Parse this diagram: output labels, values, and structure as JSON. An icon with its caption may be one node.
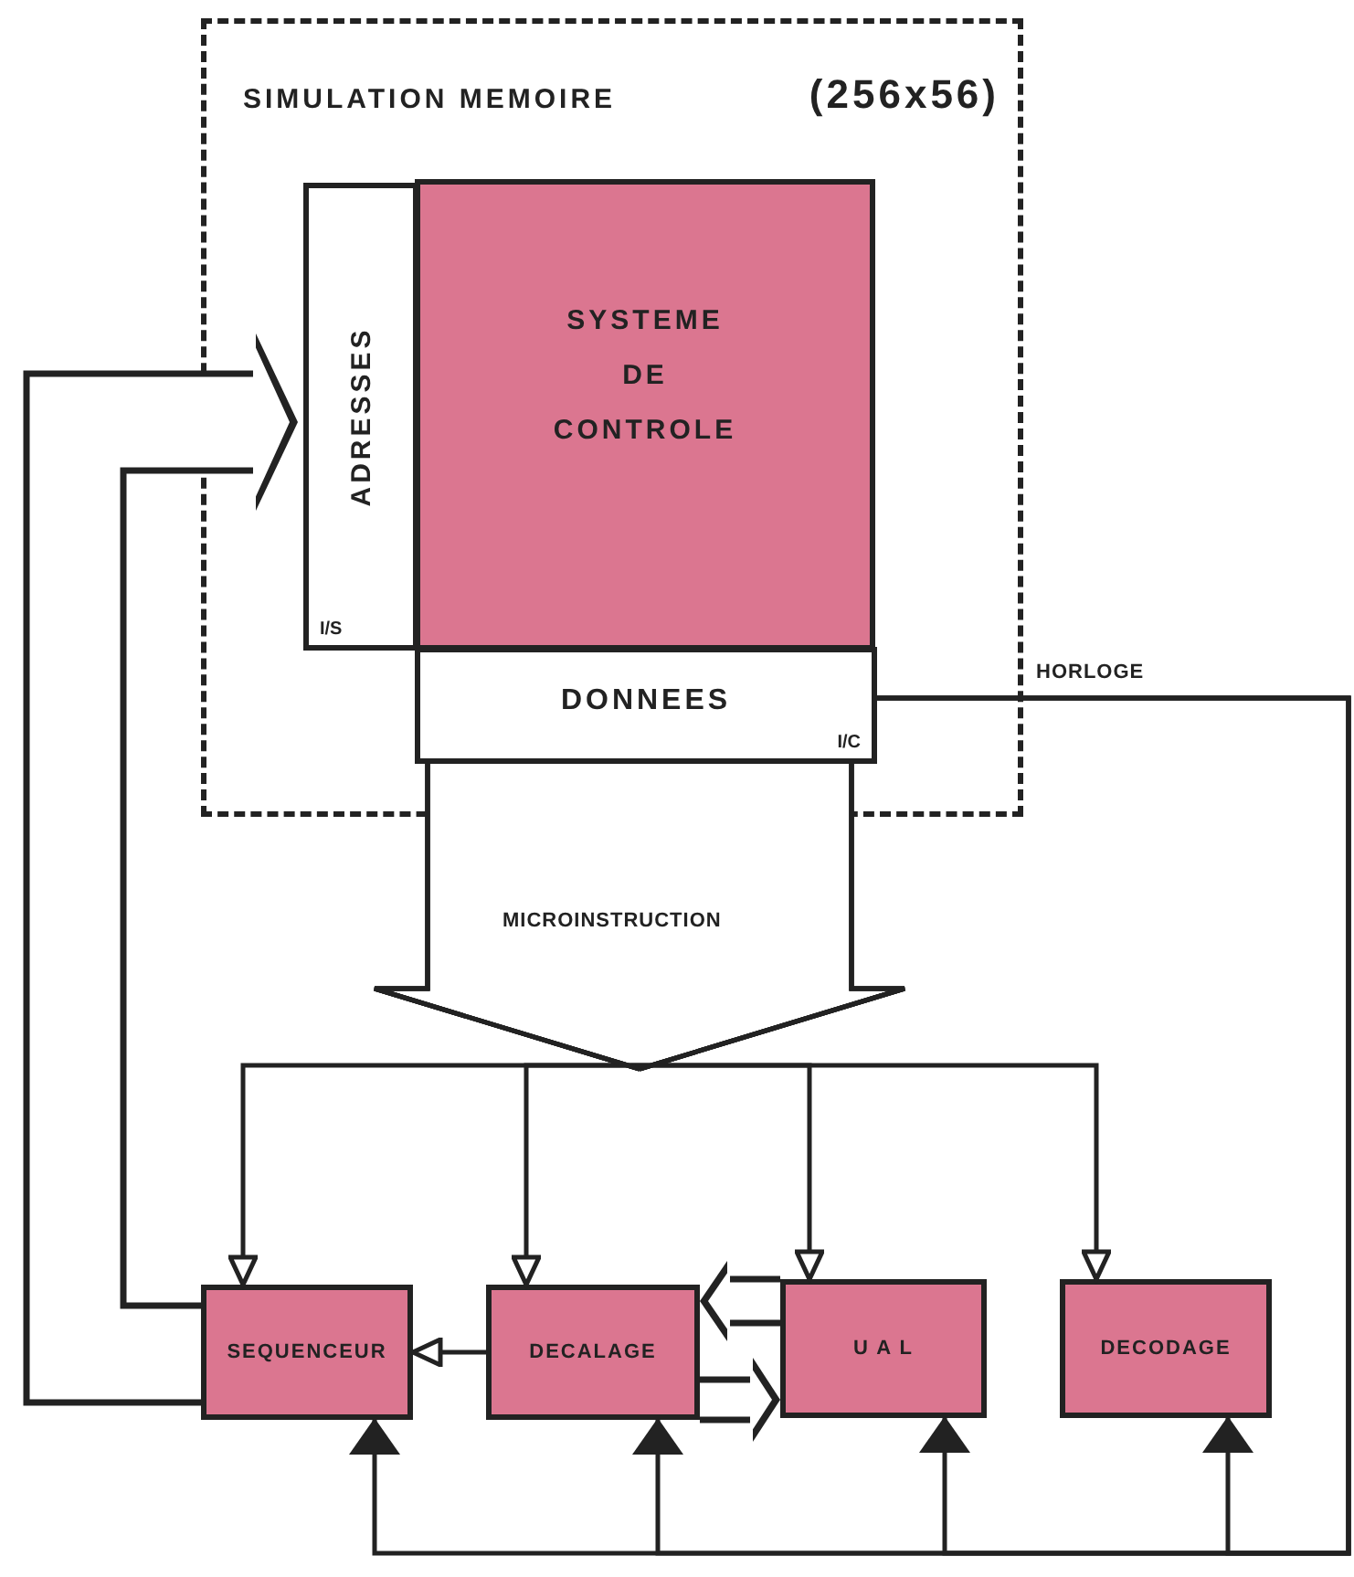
{
  "diagram": {
    "nodes": [
      {
        "text": [
          "SIMULATION MEMOIRE",
          "(256x56)"
        ]
      },
      {
        "text": [
          "ADRESSES",
          "I/S"
        ],
        "in": 0
      },
      {
        "text": [
          "SYSTEME DE CONTROLE"
        ],
        "in": 0
      },
      {
        "text": [
          "DONNEES",
          "I/C"
        ],
        "in": 0
      },
      {
        "text": [
          "SEQUENCEUR"
        ]
      },
      {
        "text": [
          "DECALAGE"
        ]
      },
      {
        "text": [
          "U A L"
        ]
      },
      {
        "text": [
          "DECODAGE"
        ]
      }
    ],
    "edges": [
      {
        "from": 3,
        "to": 4,
        "arrow": "to"
      },
      {
        "from": 3,
        "to": 5,
        "arrow": "to"
      },
      {
        "from": 3,
        "to": 6,
        "arrow": "to"
      },
      {
        "from": 3,
        "to": 7,
        "arrow": "to"
      },
      {
        "from": 4,
        "to": 1,
        "arrow": "to",
        "style": "thick"
      },
      {
        "from": 5,
        "to": 4,
        "arrow": "to"
      },
      {
        "from": 6,
        "to": 5,
        "arrow": "to",
        "style": "thick"
      },
      {
        "from": 5,
        "to": 6,
        "arrow": "to",
        "style": "thick"
      },
      {
        "from": 3,
        "to": 4,
        "arrow": "to",
        "label": "HORLOGE"
      },
      {
        "from": 3,
        "to": 5,
        "arrow": "to"
      },
      {
        "from": 3,
        "to": 6,
        "arrow": "to"
      },
      {
        "from": 3,
        "to": 7,
        "arrow": "to"
      }
    ],
    "labels": [
      "MICROINSTRUCTION"
    ]
  }
}
